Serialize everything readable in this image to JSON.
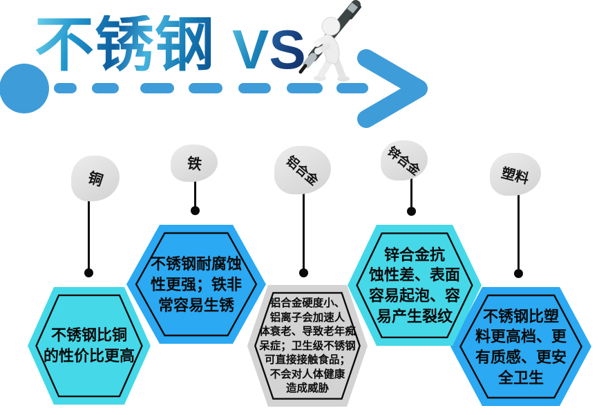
{
  "title": {
    "main": "不锈钢",
    "vs_v": "V",
    "vs_s": "S"
  },
  "colors": {
    "accent_blue": "#3E9CD9",
    "hex_cyan": "#45D8E8",
    "hex_blue": "#2BA9F2",
    "hex_gray": "#D3D3D3",
    "blob_gray": "#DCDCDC",
    "outline_black": "#0B0B0B"
  },
  "items": [
    {
      "label": "铜",
      "text": "不锈钢比铜\n的性价比更高"
    },
    {
      "label": "铁",
      "text": "不锈钢耐腐蚀\n性更强；铁非\n常容易生锈"
    },
    {
      "label": "铝合金",
      "text": "铝合金硬度小、\n铝离子会加速人\n体衰老、导致老年痴\n呆症；卫生级不锈钢\n可直接接触食品；\n不会对人体健康\n造成威胁"
    },
    {
      "label": "锌合金",
      "text": "锌合金抗\n蚀性差、表面\n容易起泡、容\n易产生裂纹"
    },
    {
      "label": "塑料",
      "text": "不锈钢比塑\n料更高档、更\n有质感、更安\n全卫生"
    }
  ]
}
